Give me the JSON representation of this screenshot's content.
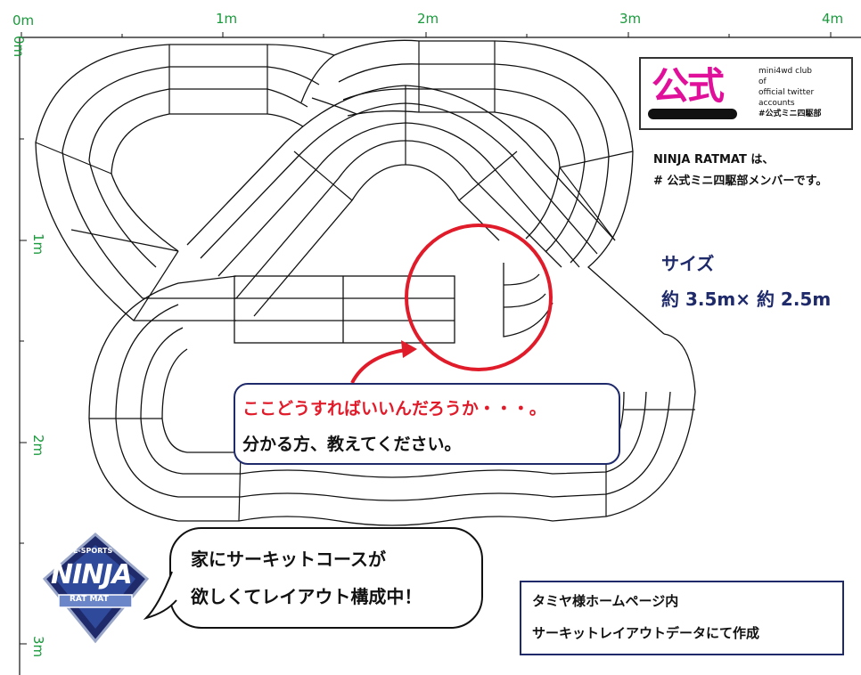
{
  "ruler": {
    "top_labels": [
      "0m",
      "1m",
      "2m",
      "3m",
      "4m"
    ],
    "left_labels": [
      "0m",
      "1m",
      "2m",
      "3m"
    ]
  },
  "logo_box": {
    "line1": "mini4wd club",
    "line2": "of",
    "line3": "official twitter",
    "line4": "accounts",
    "line5": "#公式ミニ四駆部",
    "logo_text": "公式"
  },
  "ninja_note": {
    "line1": "NINJA RATMAT は、",
    "line2": "# 公式ミニ四駆部メンバーです。"
  },
  "size_note": {
    "title": "サイズ",
    "value": "約 3.5m× 約 2.5m"
  },
  "question_box": {
    "line1": "ここどうすればいいんだろうか・・・。",
    "line2": "分かる方、教えてください。"
  },
  "speech_bubble": {
    "line1": "家にサーキットコースが",
    "line2": "欲しくてレイアウト構成中！"
  },
  "source_box": {
    "line1": "タミヤ様ホームページ内",
    "line2": "サーキットレイアウトデータにて作成"
  },
  "emblem": {
    "top_text": "E-SPORTS",
    "main_text": "NINJA",
    "sub_text": "RAT MAT"
  },
  "colors": {
    "ruler": "#1a9a3c",
    "accent_red": "#e01b2a",
    "box_border": "#1f2a6b",
    "size_text": "#1f2a6b",
    "logo_magenta": "#e0109a"
  }
}
